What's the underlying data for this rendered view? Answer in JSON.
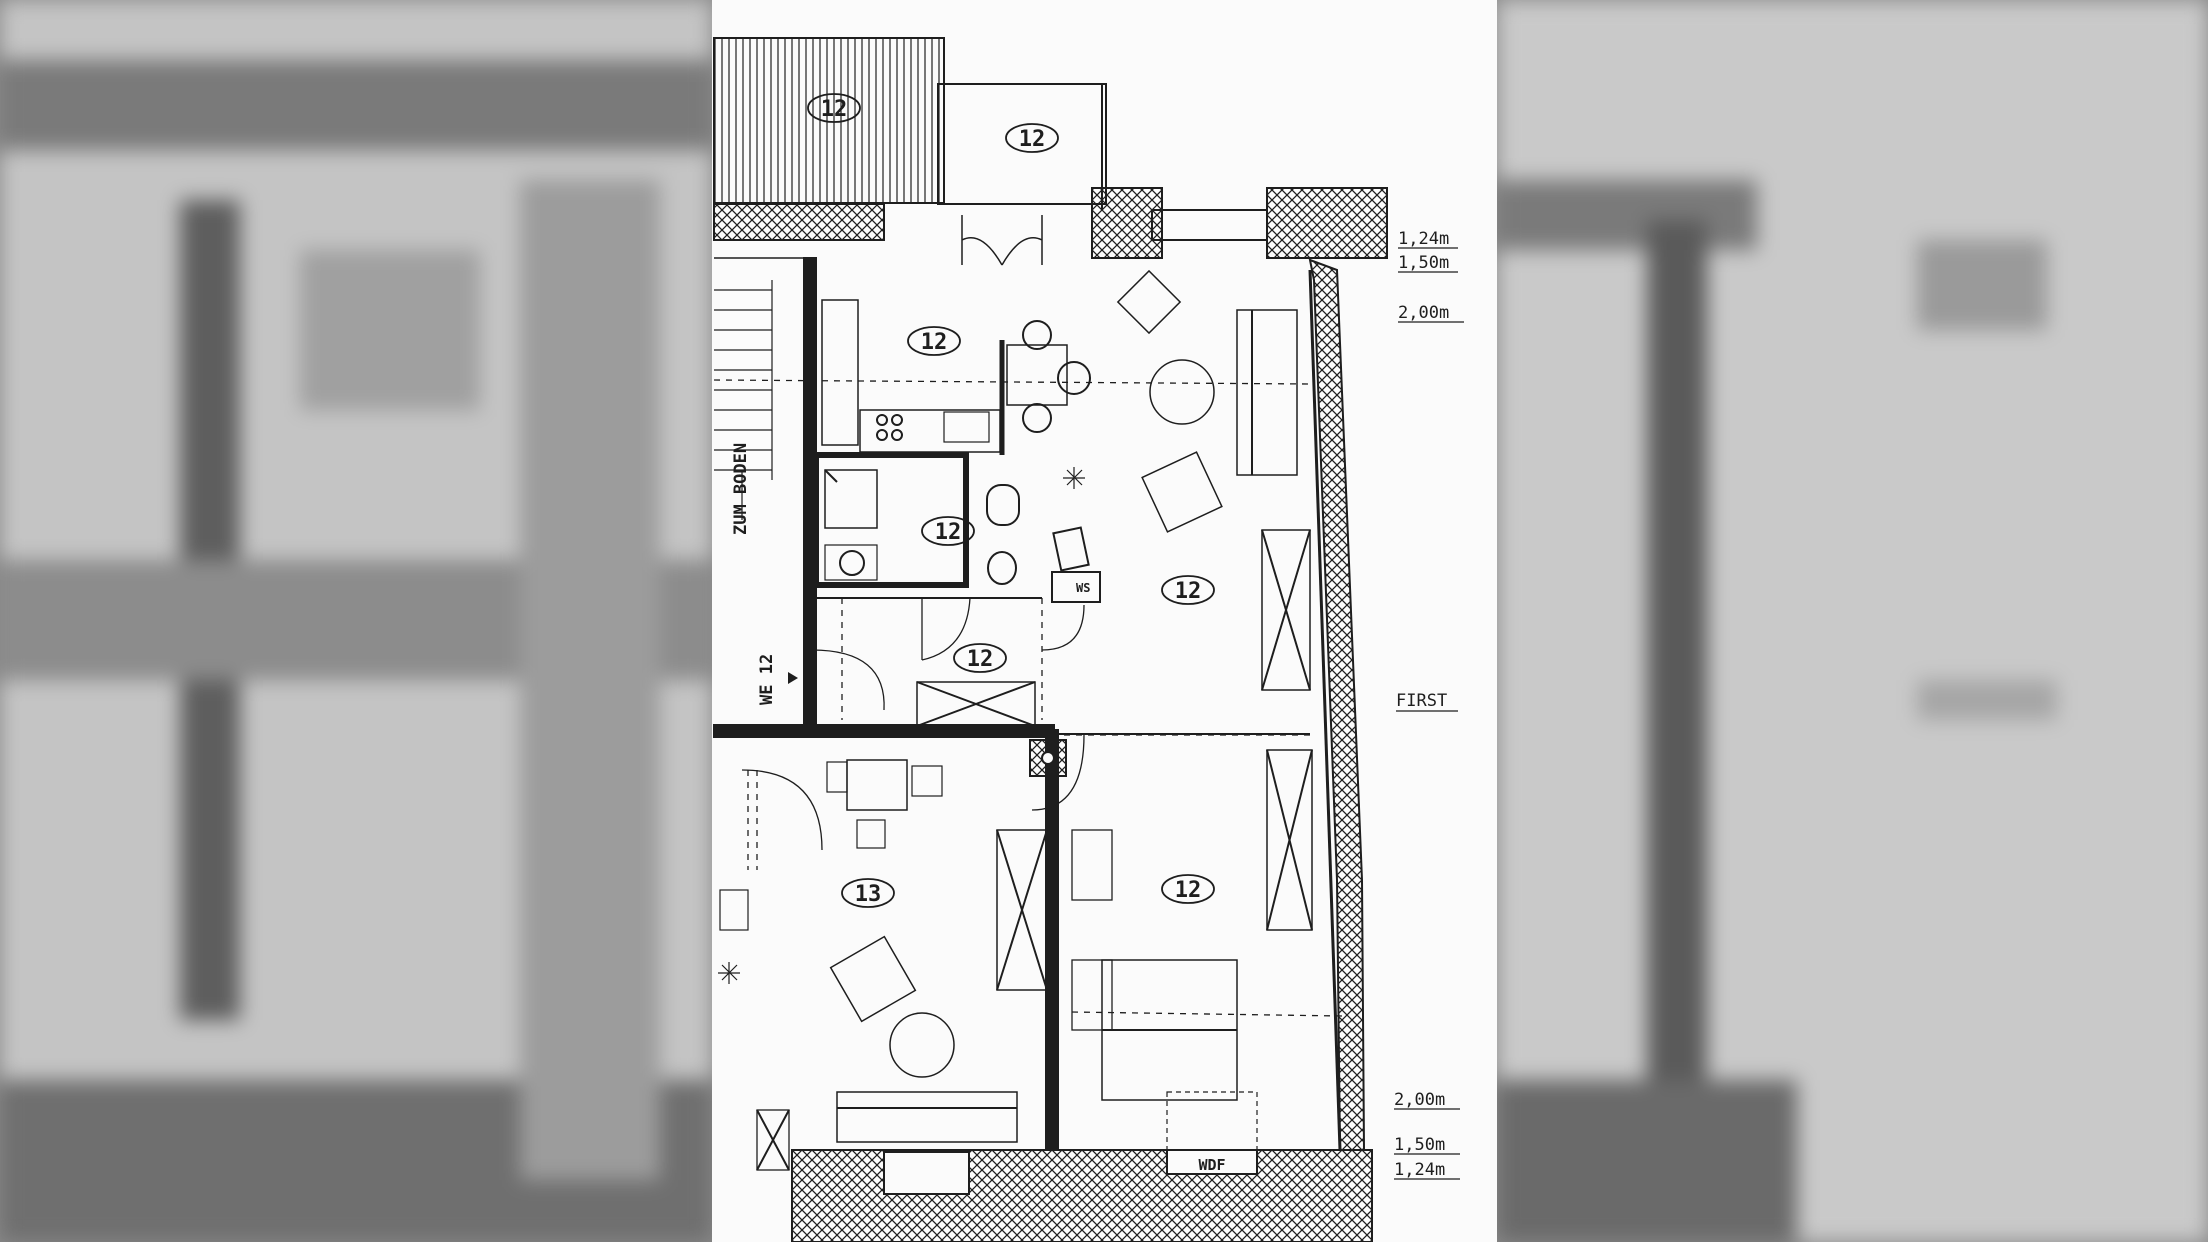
{
  "rooms": [
    {
      "id": "balcony-left",
      "label": "12"
    },
    {
      "id": "balcony-right",
      "label": "12"
    },
    {
      "id": "kitchen",
      "label": "12"
    },
    {
      "id": "bath",
      "label": "12"
    },
    {
      "id": "living",
      "label": "12"
    },
    {
      "id": "hall",
      "label": "12"
    },
    {
      "id": "bedroom",
      "label": "12"
    },
    {
      "id": "apartment13",
      "label": "13"
    }
  ],
  "labels": {
    "stair": "ZUM BODEN",
    "unit": "WE 12",
    "wdf": "WDF",
    "ws": "WS"
  },
  "heights_top": [
    "1,24m",
    "1,50m",
    "2,00m"
  ],
  "heights_bottom": [
    "2,00m",
    "1,50m",
    "1,24m"
  ],
  "ridge": "FIRST",
  "colors": {
    "ink": "#1e1e1e",
    "paper": "#fbfbfb",
    "blur": "#9a9a9a"
  }
}
